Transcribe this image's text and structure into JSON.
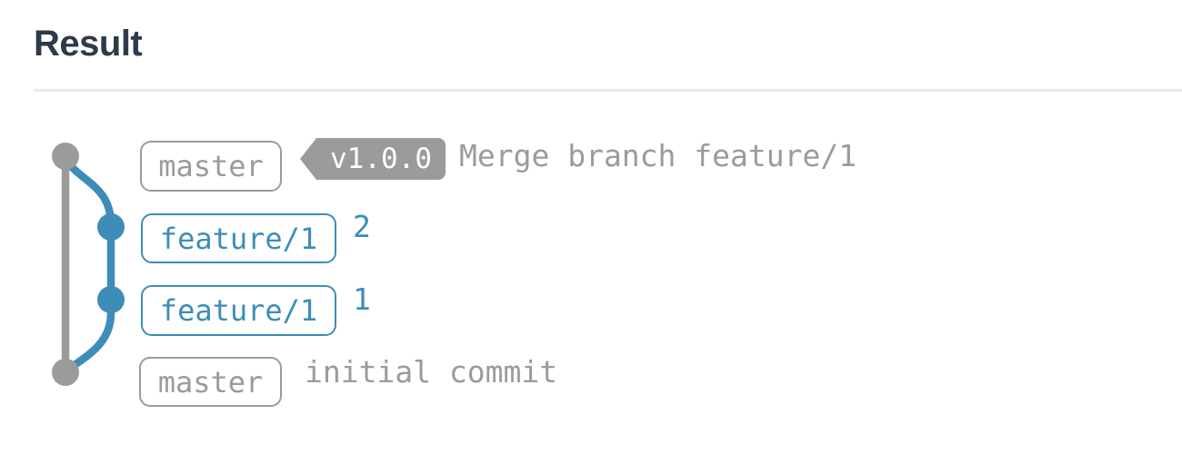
{
  "page": {
    "title": "Result"
  },
  "colors": {
    "background": "#ffffff",
    "heading": "#2e3a4c",
    "divider": "#ebebee",
    "gray": "#9b9b9b",
    "blue": "#3d8db8",
    "tag_text": "#ffffff"
  },
  "graph": {
    "branches": [
      {
        "name": "master",
        "color": "#9b9b9b"
      },
      {
        "name": "feature/1",
        "color": "#3d8db8"
      }
    ],
    "commits": [
      {
        "branch": "master",
        "label": "master",
        "tag": "v1.0.0",
        "message": "Merge branch feature/1"
      },
      {
        "branch": "feature/1",
        "label": "feature/1",
        "message": "2"
      },
      {
        "branch": "feature/1",
        "label": "feature/1",
        "message": "1"
      },
      {
        "branch": "master",
        "label": "master",
        "message": "initial commit"
      }
    ]
  }
}
